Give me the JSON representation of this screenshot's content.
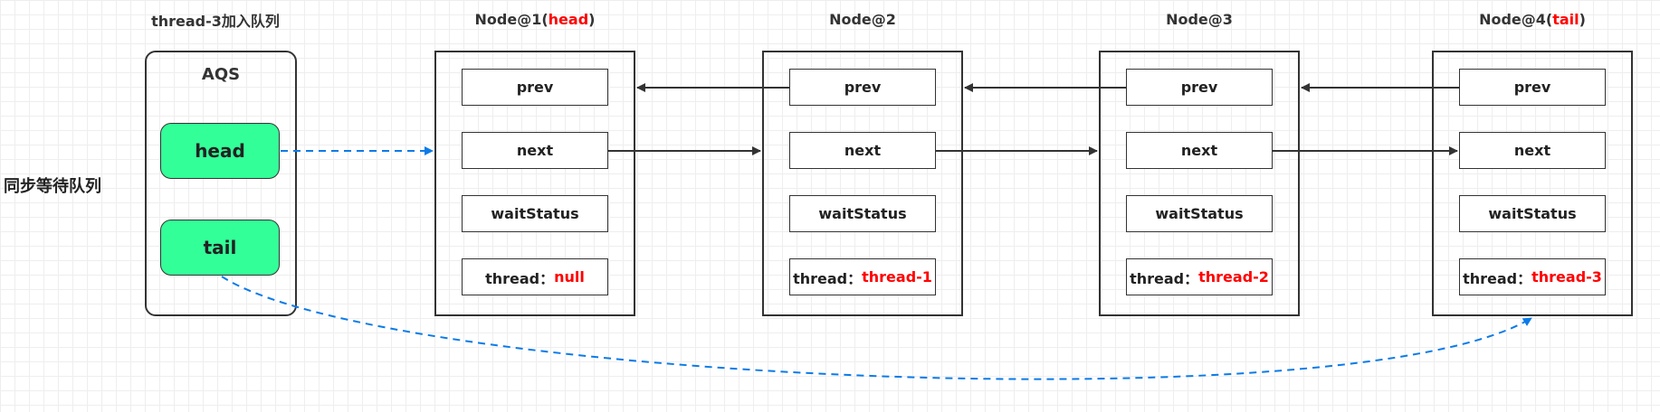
{
  "colors": {
    "pill_fill": "#33ff99",
    "dashed_arrow": "#0b7be8",
    "highlight": "#ff0000",
    "border": "#333333"
  },
  "header": {
    "title": "thread-3加入队列"
  },
  "side_label": "同步等待队列",
  "aqs": {
    "title": "AQS",
    "head_label": "head",
    "tail_label": "tail"
  },
  "nodes": [
    {
      "name": "Node@1",
      "name_suffix": "head",
      "prev": "prev",
      "next": "next",
      "wait_status": "waitStatus",
      "thread_label": "thread：",
      "thread_value": "null"
    },
    {
      "name": "Node@2",
      "name_suffix": "",
      "prev": "prev",
      "next": "next",
      "wait_status": "waitStatus",
      "thread_label": "thread：",
      "thread_value": "thread-1"
    },
    {
      "name": "Node@3",
      "name_suffix": "",
      "prev": "prev",
      "next": "next",
      "wait_status": "waitStatus",
      "thread_label": "thread：",
      "thread_value": "thread-2"
    },
    {
      "name": "Node@4",
      "name_suffix": "tail",
      "prev": "prev",
      "next": "next",
      "wait_status": "waitStatus",
      "thread_label": "thread：",
      "thread_value": "thread-3"
    }
  ]
}
